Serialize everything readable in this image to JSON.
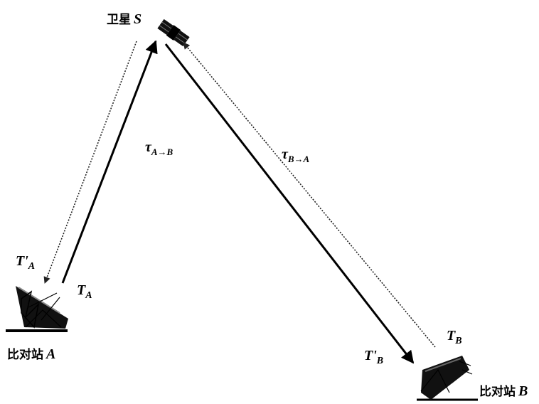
{
  "satellite": {
    "label_cn": "卫星",
    "label_sym": "S"
  },
  "station_a": {
    "label_cn": "比对站",
    "label_sym": "A",
    "t_sym": "T",
    "t_sub": "A",
    "tprime_sym": "T'",
    "tprime_sub": "A"
  },
  "station_b": {
    "label_cn": "比对站",
    "label_sym": "B",
    "t_sym": "T",
    "t_sub": "B",
    "tprime_sym": "T'",
    "tprime_sub": "B"
  },
  "delays": {
    "a_to_b": {
      "sym": "τ",
      "sub": "A→B"
    },
    "b_to_a": {
      "sym": "τ",
      "sub": "B→A"
    }
  },
  "colors": {
    "ink": "#000000",
    "dotted": "#333333"
  }
}
